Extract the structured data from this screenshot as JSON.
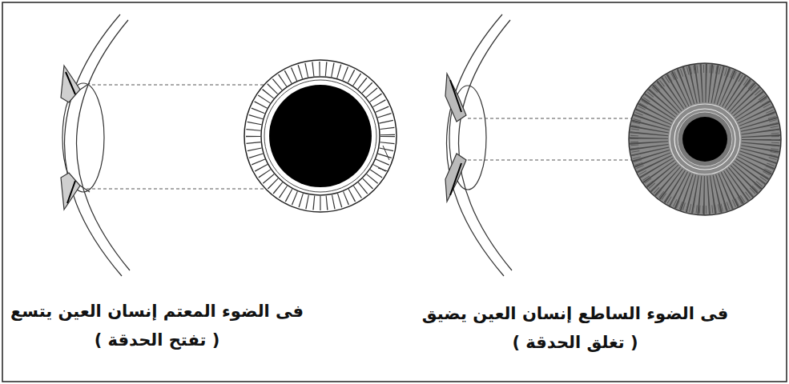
{
  "diagram": {
    "labels": [
      "فى الضوء الساطع إنسان العين يضيق",
      "( تغلق الحدقة )",
      "فى الضوء المعتم إنسان العين يتسع",
      "( تفتح الحدقة )"
    ]
  }
}
